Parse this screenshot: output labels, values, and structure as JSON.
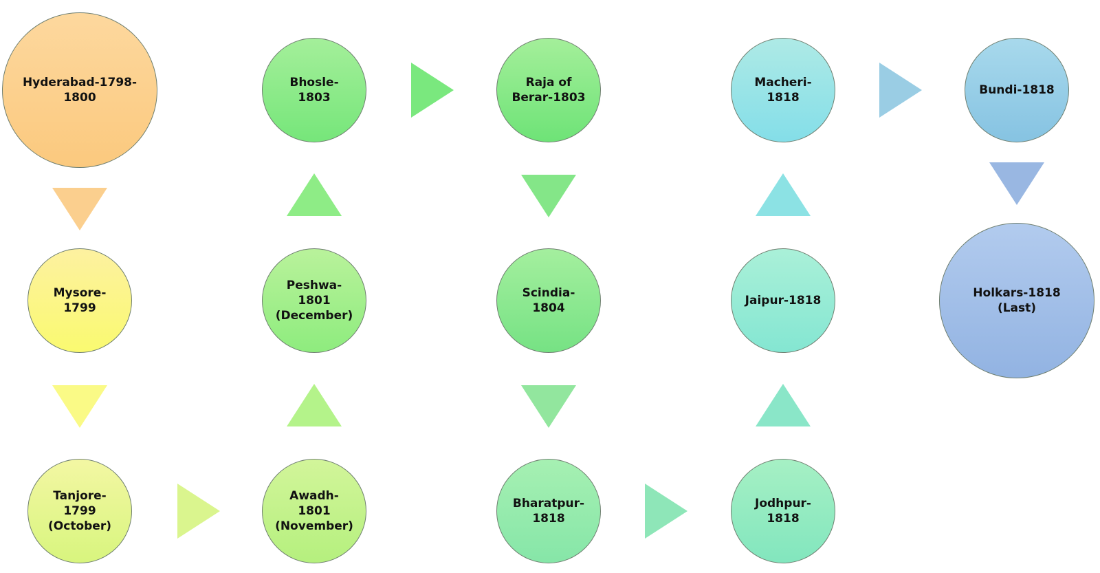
{
  "diagram": {
    "nodes": [
      {
        "id": "hyderabad",
        "label": "Hyderabad-1798-\n1800",
        "colors": [
          "#fdd89e",
          "#fbc97e"
        ]
      },
      {
        "id": "mysore",
        "label": "Mysore-\n1799",
        "colors": [
          "#fdf1a0",
          "#fafa70"
        ]
      },
      {
        "id": "tanjore",
        "label": "Tanjore-\n1799\n(October)",
        "colors": [
          "#f3f7a3",
          "#d8f57e"
        ]
      },
      {
        "id": "awadh",
        "label": "Awadh-\n1801\n(November)",
        "colors": [
          "#d2f59a",
          "#b5f07e"
        ]
      },
      {
        "id": "peshwa",
        "label": "Peshwa-\n1801\n(December)",
        "colors": [
          "#b9f29b",
          "#8eec7e"
        ]
      },
      {
        "id": "bhosle",
        "label": "Bhosle-\n1803",
        "colors": [
          "#a4ef9a",
          "#76e67a"
        ]
      },
      {
        "id": "raja-of-berar",
        "label": "Raja of\nBerar-1803",
        "colors": [
          "#a4ef9a",
          "#6ee377"
        ]
      },
      {
        "id": "scindia",
        "label": "Scindia-\n1804",
        "colors": [
          "#a4ef9e",
          "#76e284"
        ]
      },
      {
        "id": "bharatpur",
        "label": "Bharatpur-\n1818",
        "colors": [
          "#a6f0b2",
          "#86e6a8"
        ]
      },
      {
        "id": "jodhpur",
        "label": "Jodhpur-\n1818",
        "colors": [
          "#a6f0c4",
          "#82e6be"
        ]
      },
      {
        "id": "jaipur",
        "label": "Jaipur-1818",
        "colors": [
          "#aaf0d8",
          "#84e6d2"
        ]
      },
      {
        "id": "macheri",
        "label": "Macheri-\n1818",
        "colors": [
          "#aeeae6",
          "#84dee8"
        ]
      },
      {
        "id": "bundi",
        "label": "Bundi-1818",
        "colors": [
          "#a8d9ec",
          "#86c3e2"
        ]
      },
      {
        "id": "holkars",
        "label": "Holkars-1818\n(Last)",
        "colors": [
          "#b2cbee",
          "#92b3e2"
        ]
      }
    ],
    "arrows": [
      {
        "from": "hyderabad",
        "to": "mysore",
        "direction": "down",
        "color": "#fbcf8e"
      },
      {
        "from": "mysore",
        "to": "tanjore",
        "direction": "down",
        "color": "#fafa86"
      },
      {
        "from": "tanjore",
        "to": "awadh",
        "direction": "right",
        "color": "#daf58e"
      },
      {
        "from": "awadh",
        "to": "peshwa",
        "direction": "up",
        "color": "#b4f38a"
      },
      {
        "from": "peshwa",
        "to": "bhosle",
        "direction": "up",
        "color": "#8eec86"
      },
      {
        "from": "bhosle",
        "to": "raja-of-berar",
        "direction": "right",
        "color": "#7ae87e"
      },
      {
        "from": "raja-of-berar",
        "to": "scindia",
        "direction": "down",
        "color": "#84e688"
      },
      {
        "from": "scindia",
        "to": "bharatpur",
        "direction": "down",
        "color": "#92e69e"
      },
      {
        "from": "bharatpur",
        "to": "jodhpur",
        "direction": "right",
        "color": "#8ee6b8"
      },
      {
        "from": "jodhpur",
        "to": "jaipur",
        "direction": "up",
        "color": "#8ae6c8"
      },
      {
        "from": "jaipur",
        "to": "macheri",
        "direction": "up",
        "color": "#8ce2e4"
      },
      {
        "from": "macheri",
        "to": "bundi",
        "direction": "right",
        "color": "#9acde4"
      },
      {
        "from": "bundi",
        "to": "holkars",
        "direction": "down",
        "color": "#99b7e2"
      }
    ]
  }
}
